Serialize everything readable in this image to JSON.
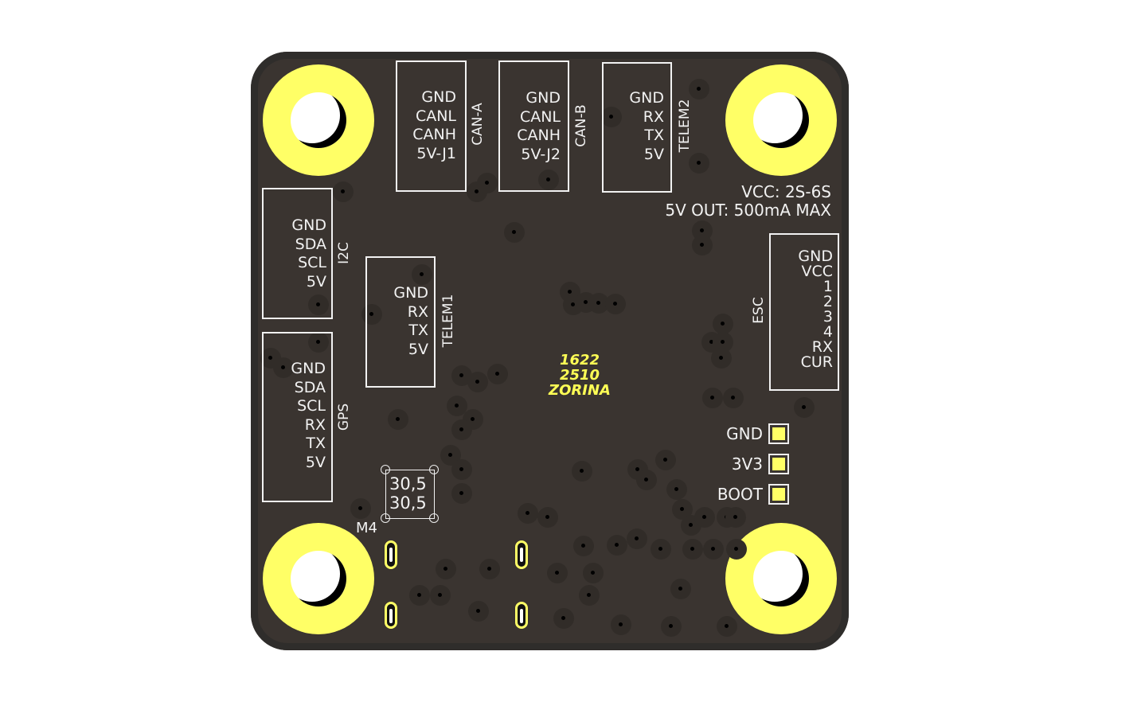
{
  "board": {
    "colors": {
      "soldermask": "#3a3430",
      "copper": "#ffff66",
      "silkscreen": "#f2f2f2"
    },
    "connectors": {
      "can_a": {
        "name": "CAN-A",
        "pins": [
          "GND",
          "CANL",
          "CANH",
          "5V-J1"
        ]
      },
      "can_b": {
        "name": "CAN-B",
        "pins": [
          "GND",
          "CANL",
          "CANH",
          "5V-J2"
        ]
      },
      "telem2": {
        "name": "TELEM2",
        "pins": [
          "GND",
          "RX",
          "TX",
          "5V"
        ]
      },
      "i2c": {
        "name": "I2C",
        "pins": [
          "GND",
          "SDA",
          "SCL",
          "5V"
        ]
      },
      "telem1": {
        "name": "TELEM1",
        "pins": [
          "GND",
          "RX",
          "TX",
          "5V"
        ]
      },
      "gps": {
        "name": "GPS",
        "pins": [
          "GND",
          "SDA",
          "SCL",
          "RX",
          "TX",
          "5V"
        ]
      },
      "esc": {
        "name": "ESC",
        "pins": [
          "GND",
          "VCC",
          "1",
          "2",
          "3",
          "4",
          "RX",
          "CUR"
        ]
      }
    },
    "power_note": {
      "vcc": "VCC: 2S-6S",
      "out": "5V OUT: 500mA MAX"
    },
    "test_pads": [
      "GND",
      "3V3",
      "BOOT"
    ],
    "marking": [
      "1622",
      "2510",
      "ZORINA"
    ],
    "mount_pattern": [
      "30,5",
      "30,5"
    ],
    "designator": "M4"
  }
}
